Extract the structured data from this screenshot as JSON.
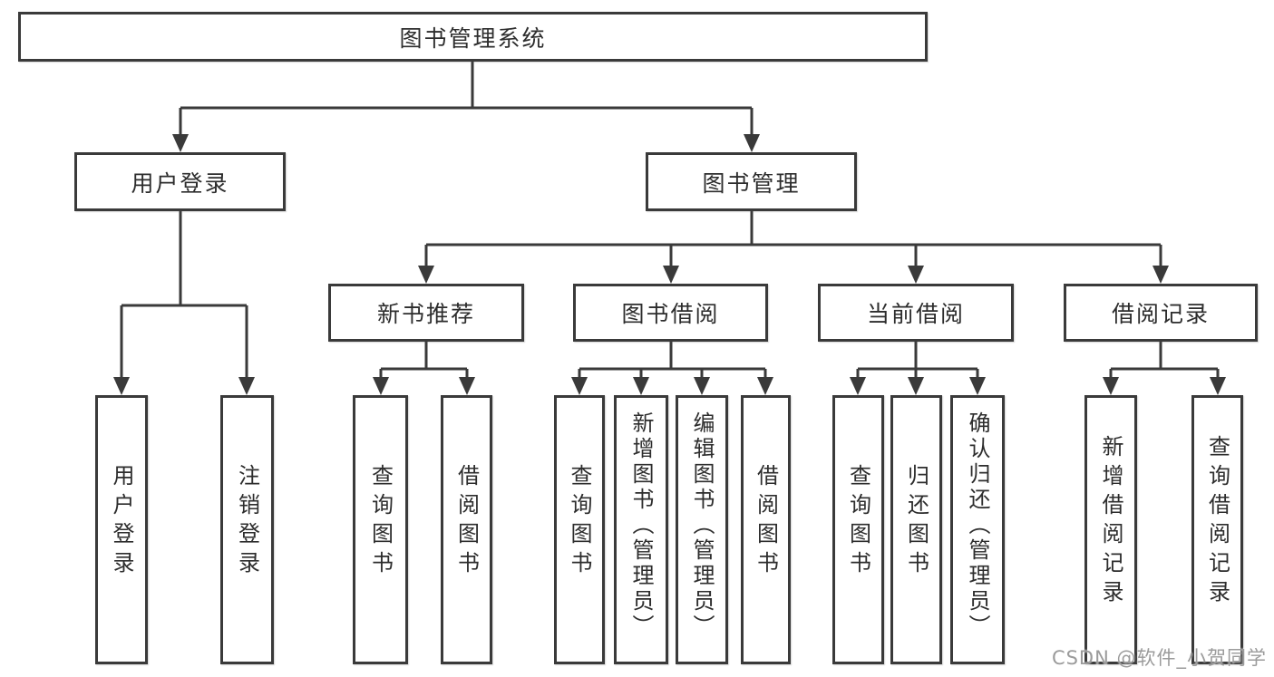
{
  "tree": {
    "root": {
      "label": "图书管理系统"
    },
    "level2": [
      {
        "label": "用户登录"
      },
      {
        "label": "图书管理"
      }
    ],
    "level3": [
      {
        "label": "新书推荐",
        "parent": "图书管理"
      },
      {
        "label": "图书借阅",
        "parent": "图书管理"
      },
      {
        "label": "当前借阅",
        "parent": "图书管理"
      },
      {
        "label": "借阅记录",
        "parent": "图书管理"
      }
    ],
    "leaves": [
      {
        "label": "用户登录",
        "parent": "用户登录"
      },
      {
        "label": "注销登录",
        "parent": "用户登录"
      },
      {
        "label": "查询图书",
        "parent": "新书推荐"
      },
      {
        "label": "借阅图书",
        "parent": "新书推荐"
      },
      {
        "label": "查询图书",
        "parent": "图书借阅"
      },
      {
        "label": "新增图书（管理员）",
        "parent": "图书借阅"
      },
      {
        "label": "编辑图书（管理员）",
        "parent": "图书借阅"
      },
      {
        "label": "借阅图书",
        "parent": "图书借阅"
      },
      {
        "label": "查询图书",
        "parent": "当前借阅"
      },
      {
        "label": "归还图书",
        "parent": "当前借阅"
      },
      {
        "label": "确认归还（管理员）",
        "parent": "当前借阅"
      },
      {
        "label": "新增借阅记录",
        "parent": "借阅记录"
      },
      {
        "label": "查询借阅记录",
        "parent": "借阅记录"
      }
    ]
  },
  "watermark": {
    "text": "CSDN @软件_小贺同学"
  },
  "colors": {
    "line": "#3a3a3a",
    "text": "#2d2d2d",
    "watermark": "#9b9b9b",
    "background": "#ffffff"
  }
}
